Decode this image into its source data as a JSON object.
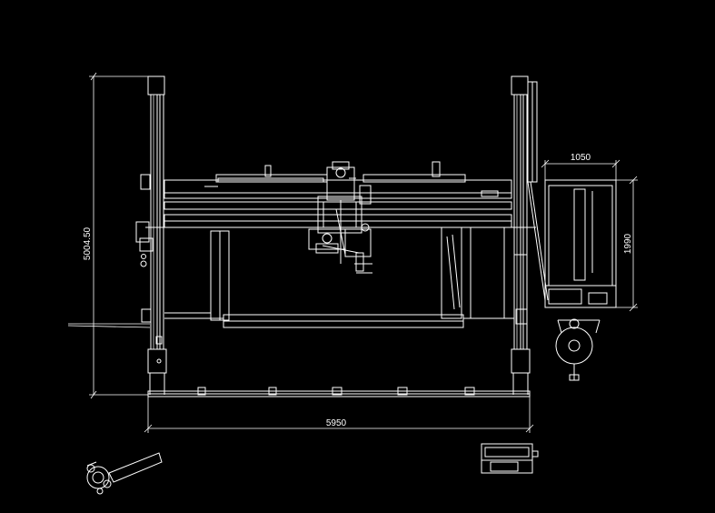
{
  "drawing": {
    "background_color": "#000000",
    "line_color": "#ffffff",
    "dimensions": {
      "overall_width": "5950",
      "overall_height": "5004.50",
      "cabinet_width": "1050",
      "cabinet_height": "1990"
    }
  }
}
